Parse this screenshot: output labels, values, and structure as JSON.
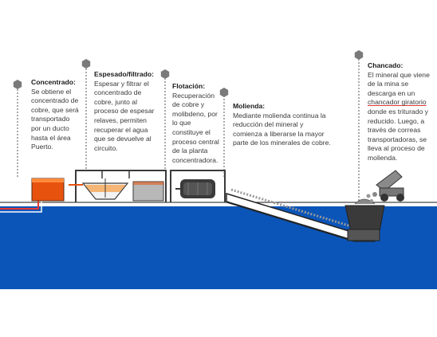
{
  "colors": {
    "water": "#0b55b8",
    "ground_line": "#1a1a1a",
    "hex_marker": "#7a7a7a",
    "concentrate": "#e8520f",
    "pipe": "#e53935",
    "building": "#3a3a3a"
  },
  "steps": [
    {
      "id": "concentrado",
      "title": "Concentrado:",
      "lines": [
        "Se obtiene el",
        "concentrado de",
        "cobre, que será",
        "transportado",
        "por un ducto",
        "hasta el área",
        "Puerto."
      ]
    },
    {
      "id": "espesado",
      "title": "Espesado/filtrado:",
      "lines": [
        "Espesar y filtrar el",
        "concentrado de",
        "cobre, junto al",
        "proceso de espesar",
        "relaves, permiten",
        "recuperar el agua",
        "que se devuelve al",
        "circuito."
      ]
    },
    {
      "id": "flotacion",
      "title": "Flotación:",
      "lines": [
        "Recuperación",
        "de cobre y",
        "molibdeno, por",
        "lo que",
        "constituye el",
        "proceso central",
        "de la planta",
        "concentradora."
      ]
    },
    {
      "id": "molienda",
      "title": "Molienda:",
      "lines": [
        "Mediante molienda continua la",
        "reducción del mineral y",
        "comienza a liberarse la mayor",
        "parte de los minerales de cobre."
      ]
    },
    {
      "id": "chancado",
      "title": "Chancado:",
      "lines": [
        "El mineral que viene",
        "de la mina se",
        "descarga en un",
        "chancador giratorio",
        "donde es triturado y",
        "reducido. Luego, a",
        "través de correas",
        "transportadoras, se",
        "lleva al proceso de",
        "molienda."
      ]
    }
  ]
}
